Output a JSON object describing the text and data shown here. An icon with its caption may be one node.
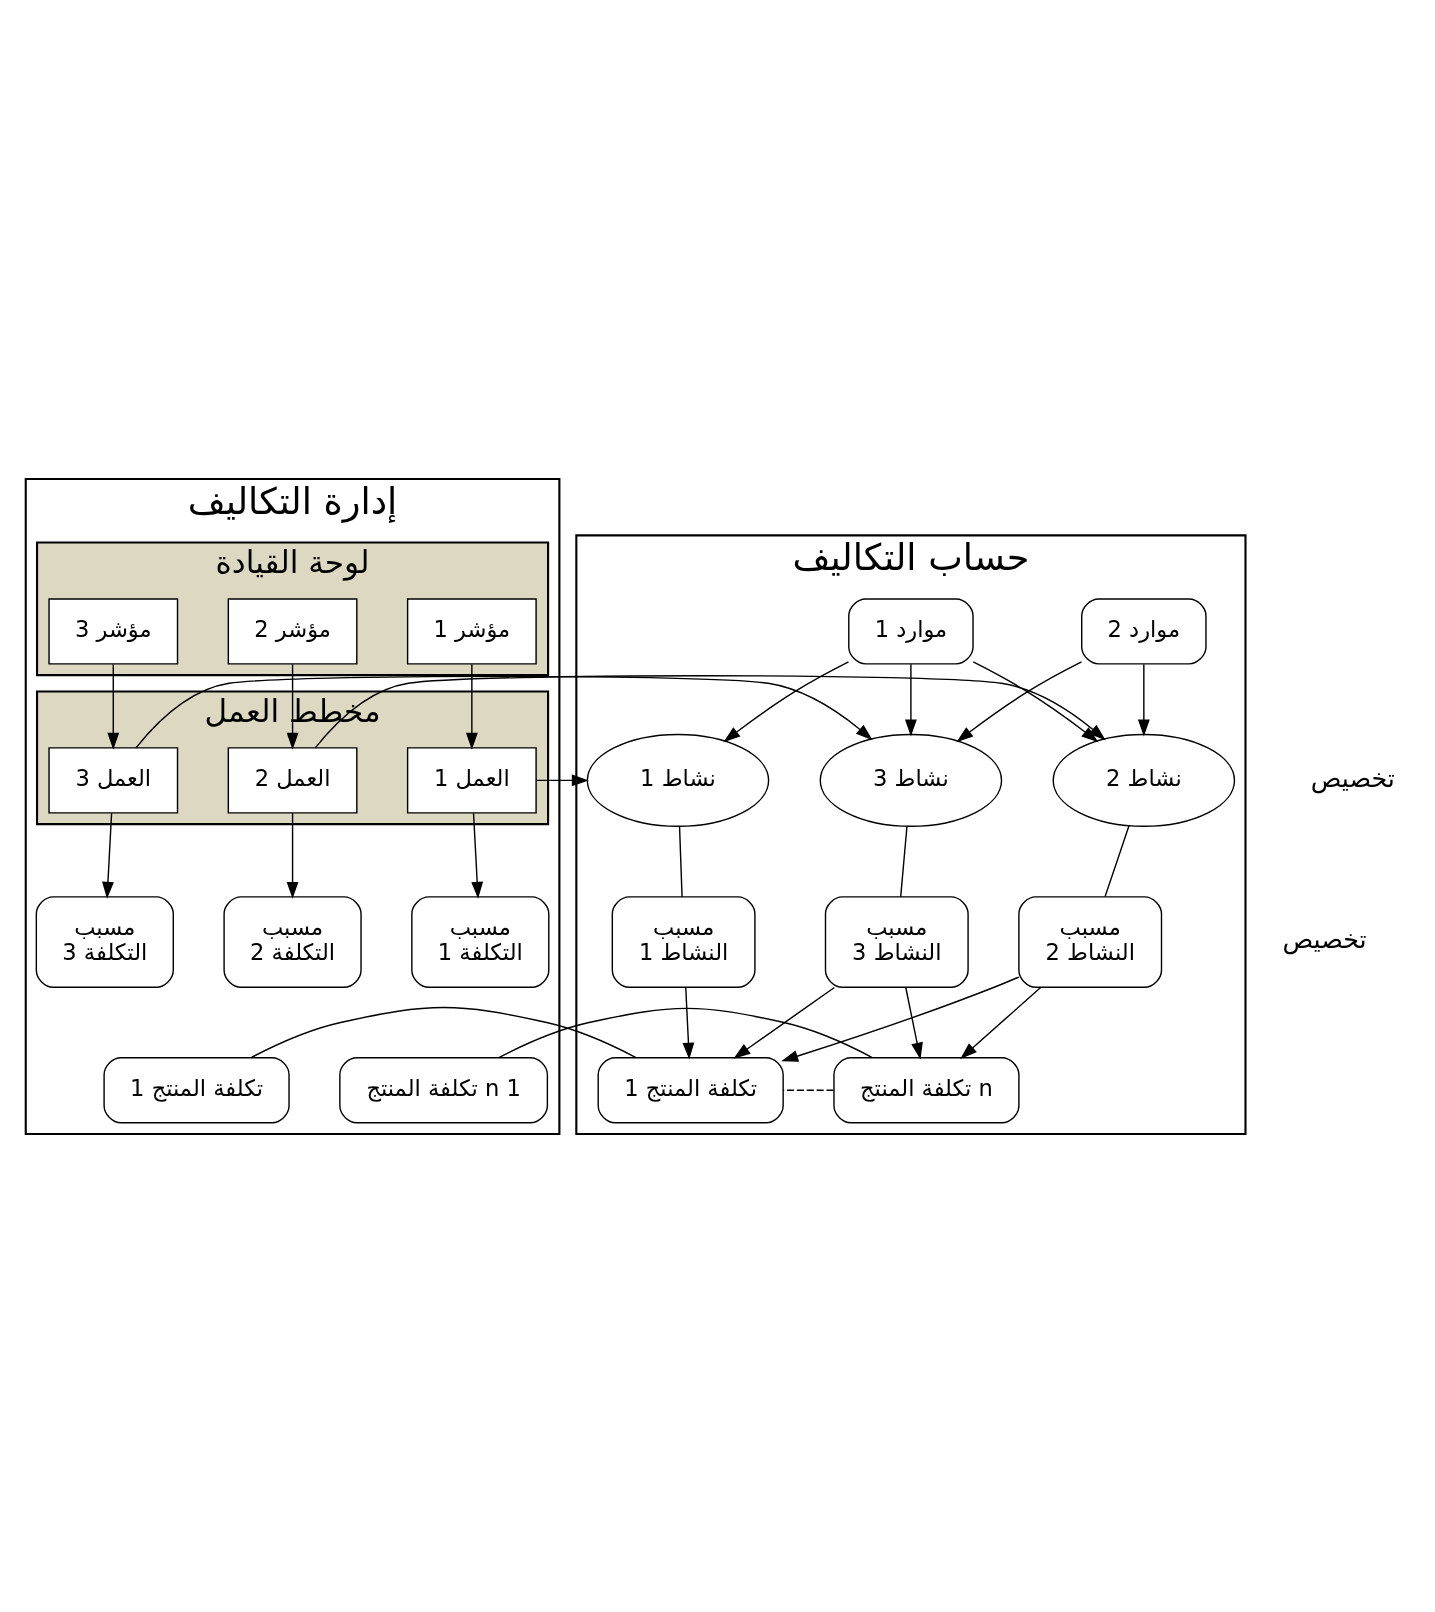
{
  "diagram": {
    "nodes": [
      {
        "text": [
          "حساب التكاليف"
        ]
      },
      {
        "text": [
          "موارد 1"
        ],
        "in": 0
      },
      {
        "text": [
          "موارد 2"
        ],
        "in": 0
      },
      {
        "text": [
          "نشاط 1"
        ],
        "in": 0
      },
      {
        "text": [
          "نشاط 2"
        ],
        "in": 0
      },
      {
        "text": [
          "نشاط 3"
        ],
        "in": 0
      },
      {
        "text": [
          "مسبب",
          "النشاط 1"
        ],
        "in": 0
      },
      {
        "text": [
          "مسبب",
          "النشاط 2"
        ],
        "in": 0
      },
      {
        "text": [
          "مسبب",
          "النشاط 3"
        ],
        "in": 0
      },
      {
        "text": [
          "تكلفة المنتج 1"
        ],
        "in": 0
      },
      {
        "text": [
          "تكلفة المنتج n"
        ],
        "in": 0
      },
      {
        "text": [
          "إدارة التكاليف"
        ]
      },
      {
        "text": [
          "لوحة القيادة"
        ],
        "in": 11
      },
      {
        "text": [
          "مؤشر 1"
        ],
        "in": 12
      },
      {
        "text": [
          "مؤشر 2"
        ],
        "in": 12
      },
      {
        "text": [
          "مؤشر 3"
        ],
        "in": 12
      },
      {
        "text": [
          "مخطط العمل"
        ],
        "in": 11
      },
      {
        "text": [
          "العمل 1"
        ],
        "in": 16
      },
      {
        "text": [
          "العمل 2"
        ],
        "in": 16
      },
      {
        "text": [
          "العمل 3"
        ],
        "in": 16
      },
      {
        "text": [
          "مسبب",
          "التكلفة 1"
        ],
        "in": 11
      },
      {
        "text": [
          "مسبب",
          "التكلفة 2"
        ],
        "in": 11
      },
      {
        "text": [
          "مسبب",
          "التكلفة 3"
        ],
        "in": 11
      },
      {
        "text": [
          "تكلفة المنتج 1"
        ],
        "in": 11
      },
      {
        "text": [
          "تكلفة المنتج n 1"
        ],
        "in": 11
      }
    ],
    "edges": [
      {
        "from": 1,
        "to": 3,
        "arrow": "to"
      },
      {
        "from": 1,
        "to": 4,
        "arrow": "to"
      },
      {
        "from": 1,
        "to": 5,
        "arrow": "to"
      },
      {
        "from": 2,
        "to": 4,
        "arrow": "to"
      },
      {
        "from": 2,
        "to": 5,
        "arrow": "to"
      },
      {
        "from": 3,
        "to": 6,
        "arrow": "none"
      },
      {
        "from": 4,
        "to": 7,
        "arrow": "none"
      },
      {
        "from": 5,
        "to": 8,
        "arrow": "none"
      },
      {
        "from": 6,
        "to": 9,
        "arrow": "to"
      },
      {
        "from": 7,
        "to": 9,
        "arrow": "to"
      },
      {
        "from": 7,
        "to": 10,
        "arrow": "to"
      },
      {
        "from": 8,
        "to": 9,
        "arrow": "to"
      },
      {
        "from": 8,
        "to": 10,
        "arrow": "to"
      },
      {
        "from": 10,
        "to": 9,
        "arrow": "none",
        "style": "dashed"
      },
      {
        "from": 13,
        "to": 17,
        "arrow": "to"
      },
      {
        "from": 14,
        "to": 18,
        "arrow": "to"
      },
      {
        "from": 15,
        "to": 19,
        "arrow": "to"
      },
      {
        "from": 17,
        "to": 20,
        "arrow": "to"
      },
      {
        "from": 18,
        "to": 21,
        "arrow": "to"
      },
      {
        "from": 19,
        "to": 22,
        "arrow": "to"
      },
      {
        "from": 17,
        "to": 3,
        "arrow": "to"
      },
      {
        "from": 18,
        "to": 4,
        "arrow": "to"
      },
      {
        "from": 19,
        "to": 5,
        "arrow": "to"
      },
      {
        "from": 24,
        "to": 10,
        "arrow": "none"
      },
      {
        "from": 23,
        "to": 9,
        "arrow": "none"
      }
    ],
    "labels": [
      "تخصيص",
      "تخصيص"
    ]
  }
}
